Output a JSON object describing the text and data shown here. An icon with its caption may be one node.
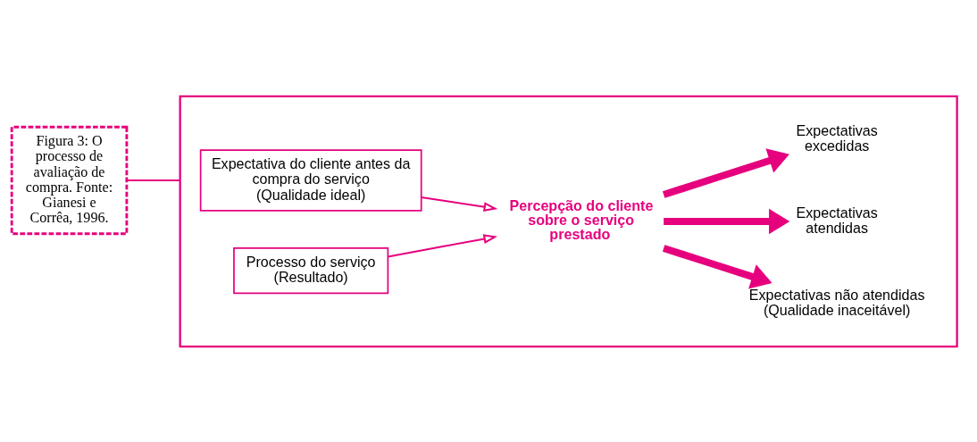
{
  "diagram": {
    "nodes": [
      {
        "text": [
          "Figura 3: O processo de avaliação de compra. Fonte: Gianesi e Corrêa, 1996."
        ]
      },
      {
        "text": [],
        "shape": "box"
      },
      {
        "text": [
          "Expectativa do cliente antes da compra do serviço",
          "(Qualidade ideal)"
        ],
        "in": 1
      },
      {
        "text": [
          "Percepção do cliente sobre o serviço prestado"
        ],
        "in": 1
      },
      {
        "text": [
          "Processo do serviço",
          "(Resultado)"
        ],
        "in": 1
      },
      {
        "text": [
          "Expectativas excedidas"
        ],
        "in": 1
      },
      {
        "text": [
          "Expectativas atendidas"
        ],
        "in": 1
      },
      {
        "text": [
          "Expectativas não atendidas",
          "(Qualidade inaceitável)"
        ],
        "in": 1
      }
    ],
    "edges": [
      {
        "from": 0,
        "to": 1,
        "arrow": "none"
      },
      {
        "from": 2,
        "to": 3,
        "arrow": "to"
      },
      {
        "from": 4,
        "to": 3,
        "arrow": "to"
      },
      {
        "from": 3,
        "to": 5,
        "arrow": "to",
        "style": "thick"
      },
      {
        "from": 3,
        "to": 6,
        "arrow": "to",
        "style": "thick"
      },
      {
        "from": 3,
        "to": 7,
        "arrow": "to",
        "style": "thick"
      }
    ]
  }
}
